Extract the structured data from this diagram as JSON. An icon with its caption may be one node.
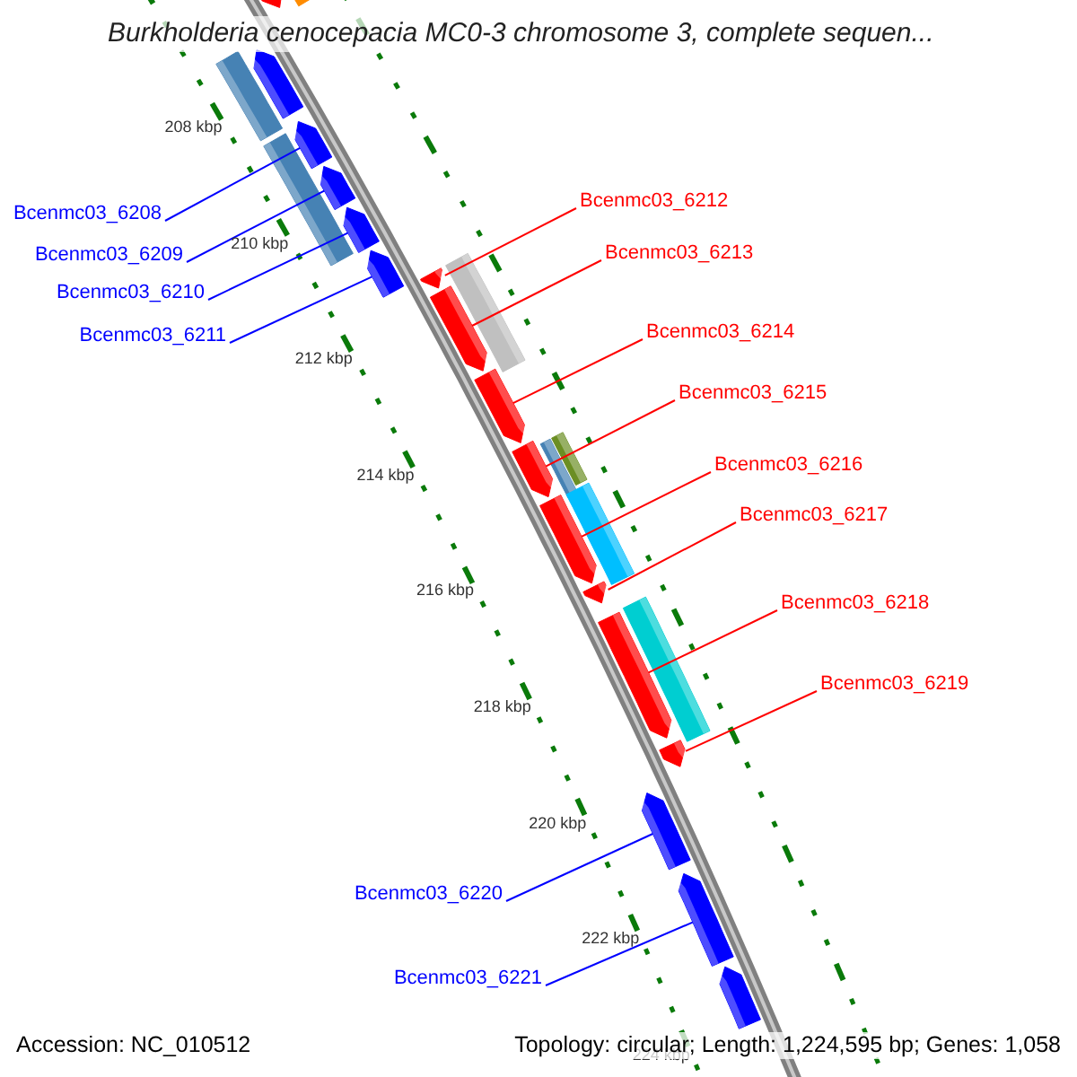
{
  "diagram": {
    "title": "Burkholderia cenocepacia MC0-3 chromosome 3, complete sequen...",
    "nodes": [
      {
        "text": [
          "Bcenmc03_6208"
        ]
      },
      {
        "text": [
          "Bcenmc03_6209"
        ]
      },
      {
        "text": [
          "Bcenmc03_6210"
        ]
      },
      {
        "text": [
          "Bcenmc03_6211"
        ]
      },
      {
        "text": [
          "Bcenmc03_6212"
        ]
      },
      {
        "text": [
          "Bcenmc03_6213"
        ]
      },
      {
        "text": [
          "Bcenmc03_6214"
        ]
      },
      {
        "text": [
          "Bcenmc03_6215"
        ]
      },
      {
        "text": [
          "Bcenmc03_6216"
        ]
      },
      {
        "text": [
          "Bcenmc03_6217"
        ]
      },
      {
        "text": [
          "Bcenmc03_6218"
        ]
      },
      {
        "text": [
          "Bcenmc03_6219"
        ]
      },
      {
        "text": [
          "Bcenmc03_6220"
        ]
      },
      {
        "text": [
          "Bcenmc03_6221"
        ]
      },
      {
        "text": [],
        "shape": "pentagon"
      },
      {
        "text": [],
        "shape": "bar"
      },
      {
        "text": [],
        "shape": "pentagon"
      },
      {
        "text": [],
        "shape": "bar"
      },
      {
        "text": [],
        "shape": "pentagon"
      },
      {
        "text": [],
        "shape": "pentagon"
      },
      {
        "text": [],
        "shape": "pentagon"
      },
      {
        "text": [],
        "shape": "pentagon"
      },
      {
        "text": [],
        "shape": "bar"
      },
      {
        "text": [],
        "shape": "pentagon"
      },
      {
        "text": [],
        "shape": "bar"
      },
      {
        "text": [],
        "shape": "pentagon"
      },
      {
        "text": [],
        "shape": "pentagon"
      },
      {
        "text": [],
        "shape": "pentagon"
      },
      {
        "text": [],
        "shape": "bar"
      },
      {
        "text": [],
        "shape": "bar"
      },
      {
        "text": [],
        "shape": "bar"
      },
      {
        "text": [],
        "shape": "pentagon"
      },
      {
        "text": [],
        "shape": "pentagon"
      },
      {
        "text": [],
        "shape": "bar"
      },
      {
        "text": [],
        "shape": "pentagon"
      },
      {
        "text": [],
        "shape": "pentagon"
      },
      {
        "text": [],
        "shape": "pentagon"
      },
      {
        "text": [],
        "shape": "pentagon"
      },
      {
        "text": [],
        "shape": "pentagon"
      }
    ],
    "edges": [
      {
        "from": 0,
        "to": 18,
        "arrow": "none",
        "color": "#0000ff"
      },
      {
        "from": 1,
        "to": 19,
        "arrow": "none",
        "color": "#0000ff"
      },
      {
        "from": 2,
        "to": 20,
        "arrow": "none",
        "color": "#0000ff"
      },
      {
        "from": 3,
        "to": 21,
        "arrow": "none",
        "color": "#0000ff"
      },
      {
        "from": 4,
        "to": 23,
        "arrow": "none"
      },
      {
        "from": 5,
        "to": 25,
        "arrow": "none"
      },
      {
        "from": 6,
        "to": 26,
        "arrow": "none"
      },
      {
        "from": 7,
        "to": 27,
        "arrow": "none"
      },
      {
        "from": 8,
        "to": 31,
        "arrow": "none"
      },
      {
        "from": 9,
        "to": 32,
        "arrow": "none"
      },
      {
        "from": 10,
        "to": 34,
        "arrow": "none"
      },
      {
        "from": 11,
        "to": 35,
        "arrow": "none"
      },
      {
        "from": 12,
        "to": 36,
        "arrow": "none",
        "color": "#0000ff"
      },
      {
        "from": 13,
        "to": 37,
        "arrow": "none",
        "color": "#0000ff"
      }
    ],
    "labels": [
      "208 kbp",
      "210 kbp",
      "212 kbp",
      "214 kbp",
      "216 kbp",
      "218 kbp",
      "220 kbp",
      "222 kbp",
      "224 kbp",
      "Accession: NC_010512",
      "Topology: circular; Length: 1,224,595 bp; Genes: 1,058"
    ]
  }
}
